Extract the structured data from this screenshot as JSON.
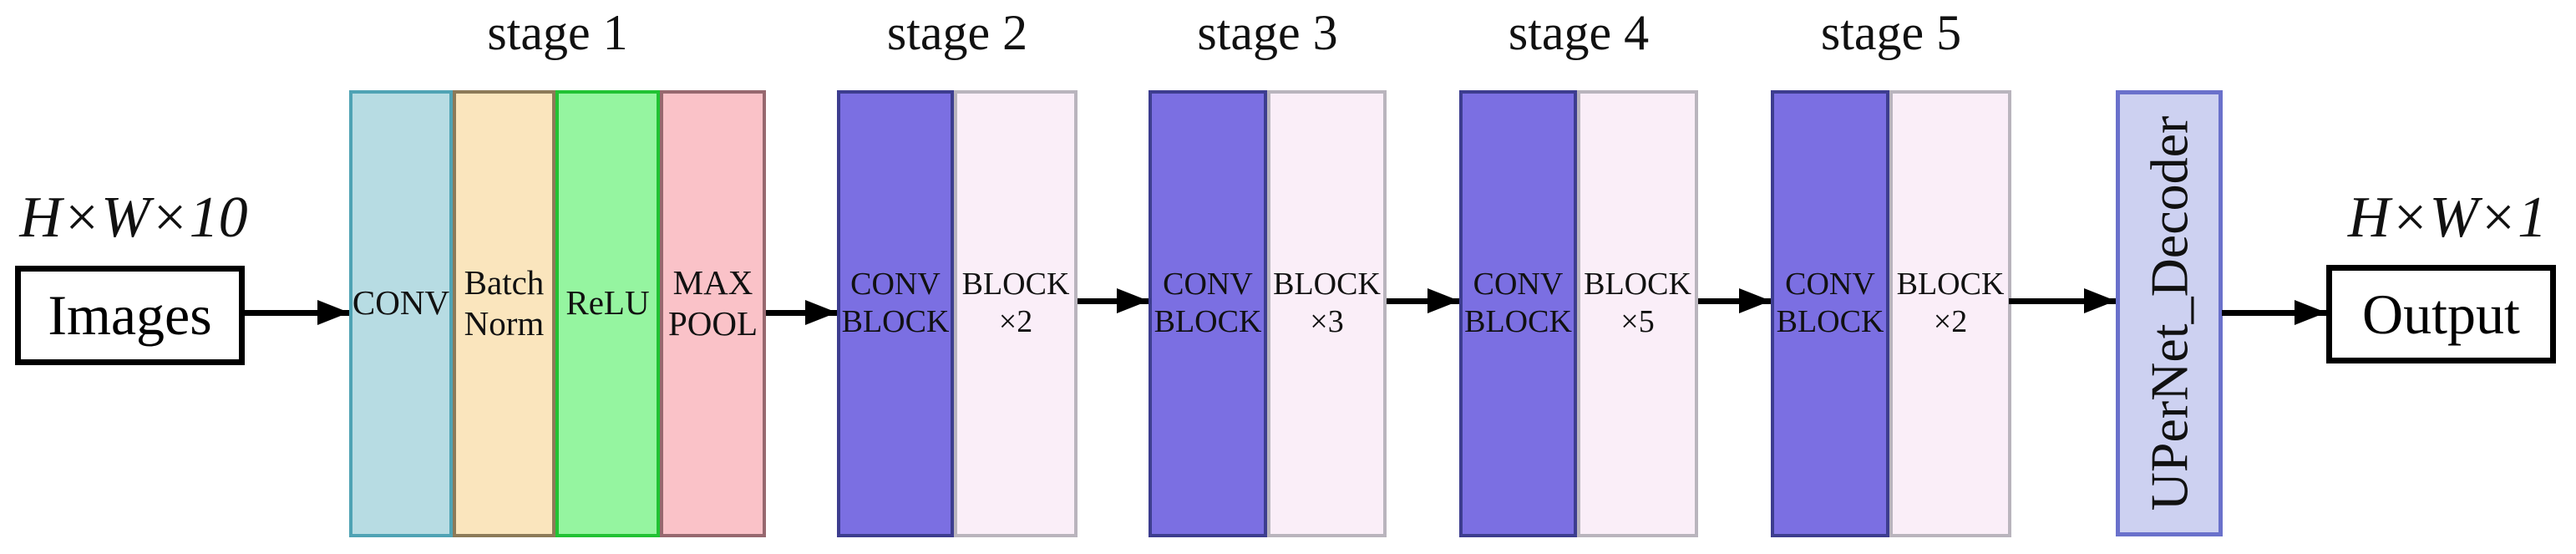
{
  "input": {
    "dim_label": "H×W×10",
    "box_label": "Images"
  },
  "stage1": {
    "title": "stage 1",
    "blocks": [
      {
        "label": "CONV"
      },
      {
        "label": "Batch\nNorm"
      },
      {
        "label": "ReLU"
      },
      {
        "label": "MAX\nPOOL"
      }
    ]
  },
  "stages": [
    {
      "title": "stage 2",
      "conv_label": "CONV\nBLOCK",
      "block_label": "BLOCK\n×2"
    },
    {
      "title": "stage 3",
      "conv_label": "CONV\nBLOCK",
      "block_label": "BLOCK\n×3"
    },
    {
      "title": "stage 4",
      "conv_label": "CONV\nBLOCK",
      "block_label": "BLOCK\n×5"
    },
    {
      "title": "stage 5",
      "conv_label": "CONV\nBLOCK",
      "block_label": "BLOCK\n×2"
    }
  ],
  "decoder": {
    "label": "UPerNet_Decoder"
  },
  "output": {
    "dim_label": "H×W×1",
    "box_label": "Output"
  },
  "colors": {
    "background": "#ffffff",
    "conv_fill": "#b7dce3",
    "conv_border": "#4fa3b4",
    "batch_norm_fill": "#fae5bd",
    "batch_norm_border": "#8c7a58",
    "relu_fill": "#95f5a0",
    "relu_border": "#21c233",
    "max_pool_fill": "#fac2c8",
    "max_pool_border": "#97686f",
    "conv_block_fill": "#7b6fe2",
    "conv_block_border": "#3d3d8f",
    "block_fill": "#faeef8",
    "block_border": "#b9b4bd",
    "decoder_fill": "#cdd1f1",
    "decoder_border": "#6a71cb",
    "arrow": "#000000",
    "text": "#111111"
  }
}
